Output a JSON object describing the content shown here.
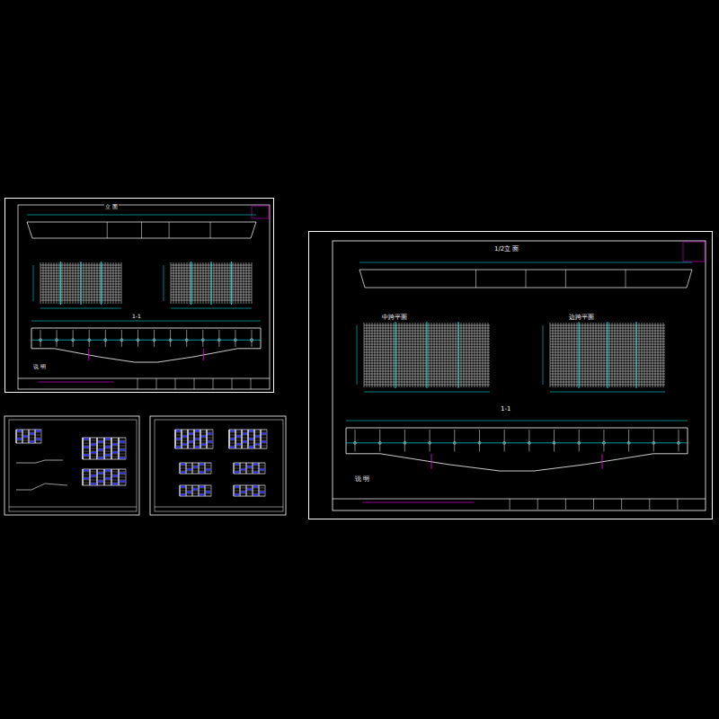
{
  "diagram": {
    "nodes": [
      {
        "text": [
          "立 面",
          "1-1",
          "说 明"
        ]
      },
      {
        "text": [
          "1/2立 面",
          "中跨平面",
          "边跨平面",
          "1-1",
          "说 明"
        ]
      }
    ]
  }
}
